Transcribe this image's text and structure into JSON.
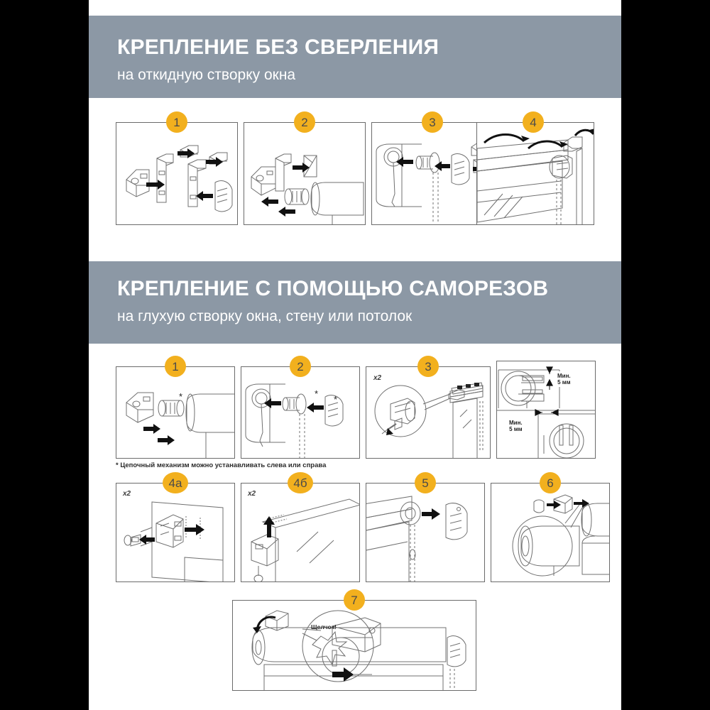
{
  "page": {
    "background": "#ffffff",
    "letterbox_color": "#000000"
  },
  "colors": {
    "band": "#8c98a5",
    "badge": "#f2b01e",
    "badge_text": "#4a4a4a",
    "panel_border": "#6b6b6b",
    "line_art": "#6e6e6e",
    "arrow": "#111111",
    "band_text": "#ffffff"
  },
  "sections": [
    {
      "id": "section-no-drill",
      "title": "КРЕПЛЕНИЕ БЕЗ СВЕРЛЕНИЯ",
      "subtitle": "на откидную створку окна",
      "steps": [
        {
          "badge": "1",
          "x_label": "",
          "asterisk": false
        },
        {
          "badge": "2",
          "x_label": "",
          "asterisk": false
        },
        {
          "badge": "3",
          "x_label": "",
          "asterisk": false
        },
        {
          "badge": "4",
          "x_label": "",
          "asterisk": false
        }
      ]
    },
    {
      "id": "section-screws",
      "title": "КРЕПЛЕНИЕ С ПОМОЩЬЮ САМОРЕЗОВ",
      "subtitle": "на глухую створку окна, стену или потолок",
      "footnote": "* Цепочный механизм можно устанавливать слева или справа",
      "steps_row1": [
        {
          "badge": "1",
          "x_label": "",
          "asterisk": true
        },
        {
          "badge": "2",
          "x_label": "",
          "asterisk": true
        },
        {
          "badge": "3",
          "x_label": "x2",
          "asterisk": false
        },
        {
          "badge": "",
          "x_label": "",
          "asterisk": false
        }
      ],
      "steps_row2": [
        {
          "badge": "4а",
          "x_label": "x2",
          "asterisk": false
        },
        {
          "badge": "4б",
          "x_label": "x2",
          "asterisk": false
        },
        {
          "badge": "5",
          "x_label": "",
          "asterisk": false
        },
        {
          "badge": "6",
          "x_label": "",
          "asterisk": false
        }
      ],
      "steps_row3": [
        {
          "badge": "7",
          "x_label": "",
          "asterisk": false
        }
      ],
      "dimension_labels": [
        {
          "line1": "Мин.",
          "line2": "5 мм"
        },
        {
          "line1": "Мин.",
          "line2": "5 мм"
        }
      ],
      "click_label": "Щелчок!"
    }
  ],
  "icons": {
    "arrow": "black-arrow-icon",
    "rotate_arrow": "curved-arrow-icon",
    "starburst": "starburst-icon",
    "magnifier": "magnifier-circle-icon",
    "bracket": "bracket-icon",
    "roller": "roller-tube-icon",
    "chain": "chain-icon",
    "level": "spirit-level-icon",
    "screwdriver": "screwdriver-icon",
    "screw": "screw-icon"
  }
}
